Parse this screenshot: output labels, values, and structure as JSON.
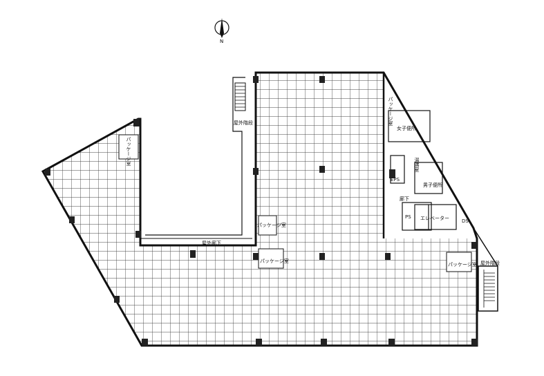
{
  "north": {
    "label": "N"
  },
  "labels": {
    "stairs_top": "屋外階段",
    "stairs_right": "屋外階段",
    "package_left": "パッケージ室",
    "package_mid1": "パッケージ室",
    "package_mid2": "パッケージ室",
    "package_right": "パッケージ室",
    "package_top_right": "パッケージ室",
    "corridor_outdoor": "屋外廊下",
    "womens_toilet": "女子便所",
    "mens_toilet": "男子便所",
    "kitchenette": "湯沸室",
    "eps": "EPS",
    "hallway": "廊下",
    "elevator": "エレベーター",
    "ps": "PS",
    "ds": "DS"
  },
  "colors": {
    "line": "#111111",
    "grid": "#333333",
    "column": "#222222"
  }
}
